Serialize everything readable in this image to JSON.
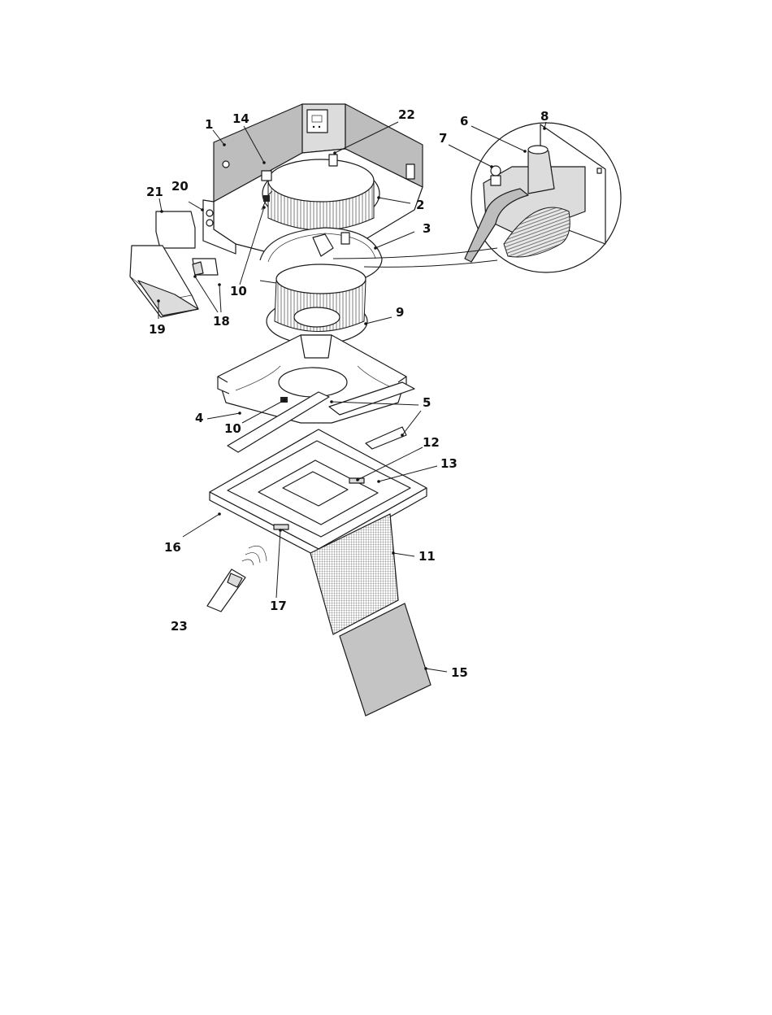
{
  "diagram": {
    "parts": [
      {
        "id": "1",
        "label": "1"
      },
      {
        "id": "2",
        "label": "2"
      },
      {
        "id": "3",
        "label": "3"
      },
      {
        "id": "4",
        "label": "4"
      },
      {
        "id": "5",
        "label": "5"
      },
      {
        "id": "6",
        "label": "6"
      },
      {
        "id": "7",
        "label": "7"
      },
      {
        "id": "8",
        "label": "8"
      },
      {
        "id": "9",
        "label": "9"
      },
      {
        "id": "10a",
        "label": "10"
      },
      {
        "id": "10b",
        "label": "10"
      },
      {
        "id": "11",
        "label": "11"
      },
      {
        "id": "12",
        "label": "12"
      },
      {
        "id": "13",
        "label": "13"
      },
      {
        "id": "14",
        "label": "14"
      },
      {
        "id": "15",
        "label": "15"
      },
      {
        "id": "16",
        "label": "16"
      },
      {
        "id": "17",
        "label": "17"
      },
      {
        "id": "18",
        "label": "18"
      },
      {
        "id": "19",
        "label": "19"
      },
      {
        "id": "20",
        "label": "20"
      },
      {
        "id": "21",
        "label": "21"
      },
      {
        "id": "22",
        "label": "22"
      },
      {
        "id": "23",
        "label": "23"
      }
    ],
    "colors": {
      "ink": "#111111",
      "housing_fill": "#bdbdbd",
      "filter_fill": "#c4c4c4",
      "paper": "#ffffff"
    }
  }
}
